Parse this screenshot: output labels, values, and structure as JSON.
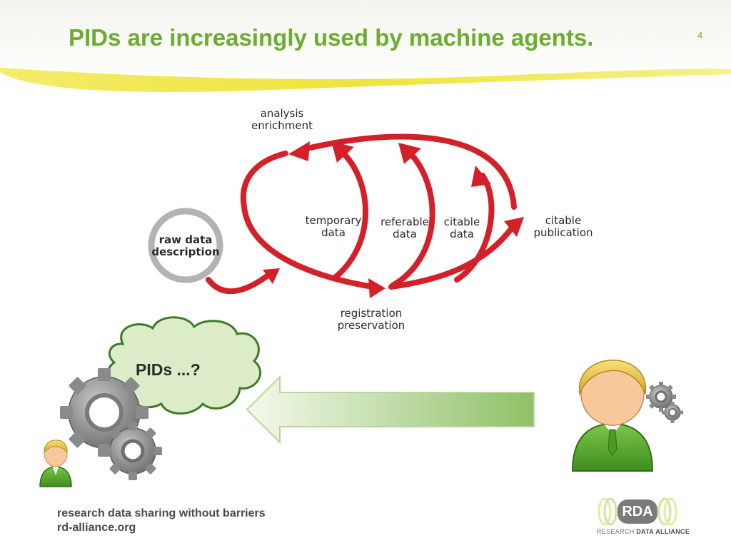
{
  "slide": {
    "title": "PIDs are increasingly used by machine agents.",
    "page_number": "4"
  },
  "diagram": {
    "analysis": [
      "analysis",
      "enrichment"
    ],
    "raw": [
      "raw data",
      "description"
    ],
    "temporary": [
      "temporary",
      "data"
    ],
    "referable": [
      "referable",
      "data"
    ],
    "citable_data": [
      "citable",
      "data"
    ],
    "citable_pub": [
      "citable",
      "publication"
    ],
    "registration": [
      "registration",
      "preservation"
    ],
    "arrow_color": "#d42028"
  },
  "bubble": {
    "text": "PIDs ...?"
  },
  "footer": {
    "tagline": "research data sharing without barriers",
    "url": "rd-alliance.org"
  },
  "logo": {
    "short": "RDA",
    "sub_1": "RESEARCH",
    "sub_2": "DATA ALLIANCE"
  }
}
